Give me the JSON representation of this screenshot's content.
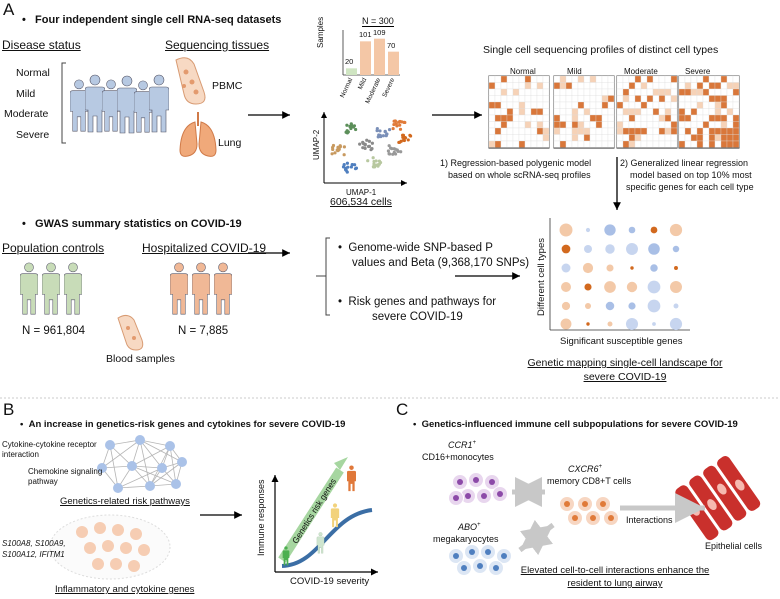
{
  "panelA": {
    "letter": "A",
    "header1": "Four independent single cell RNA-seq datasets",
    "disease_status_title": "Disease status",
    "disease_levels": [
      "Normal",
      "Mild",
      "Moderate",
      "Severe"
    ],
    "seq_tissues_title": "Sequencing tissues",
    "tissues": [
      "PBMC",
      "Lung"
    ],
    "bar_chart": {
      "n_label": "N = 300",
      "ylabel": "Samples",
      "categories": [
        "Normal",
        "Mild",
        "Moderate",
        "Severe"
      ],
      "values": [
        20,
        101,
        109,
        70
      ]
    },
    "umap_x": "UMAP-1",
    "umap_y": "UMAP-2",
    "cells_label": "606,534 cells",
    "sc_profiles_title": "Single cell sequencing profiles of distinct cell types",
    "heat_labels": [
      "Normal",
      "Mild",
      "Moderate",
      "Severe"
    ],
    "method1": "1) Regression-based polygenic model",
    "method1b": "based on whole scRNA-seq profiles",
    "method2a": "2) Generalized linear regression",
    "method2b": "model based on top 10% most",
    "method2c": "specific genes for each cell type",
    "header2": "GWAS summary statistics on COVID-19",
    "pop_controls": "Population controls",
    "hosp": "Hospitalized COVID-19",
    "n_controls": "N = 961,804",
    "n_hosp": "N = 7,885",
    "blood": "Blood samples",
    "gwas_item1a": "Genome-wide SNP-based P",
    "gwas_item1b": "values and Beta (9,368,170 SNPs)",
    "gwas_item2a": "Risk genes and pathways for",
    "gwas_item2b": "severe COVID-19",
    "dot_ylabel": "Different cell types",
    "dot_xlabel": "Significant susceptible genes",
    "mapping_title1": "Genetic mapping single-cell landscape for",
    "mapping_title2": "severe COVID-19"
  },
  "panelB": {
    "letter": "B",
    "header": "An increase in genetics-risk genes and cytokines for severe COVID-19",
    "pathway1a": "Cytokine-cytokine receptor",
    "pathway1b": "interaction",
    "pathway2a": "Chemokine signaling",
    "pathway2b": "pathway",
    "risk_pathways": "Genetics-related risk pathways",
    "genes1": "S100A8, S100A9,",
    "genes2": "S100A12, IFITM1",
    "cytokine_genes": "Inflammatory and cytokine genes",
    "yaxis": "Immune responses",
    "xaxis": "COVID-19 severity",
    "arrow_label": "Genetics risk genes"
  },
  "panelC": {
    "letter": "C",
    "header": "Genetics-influenced  immune cell subpopulations for severe COVID-19",
    "ccr1": "CCR1",
    "cd16": "CD16+monocytes",
    "cxcr6": "CXCR6",
    "cd8": "memory CD8+T cells",
    "abo": "ABO",
    "mega": "megakaryocytes",
    "interactions": "Interactions",
    "epithelial": "Epithelial cells",
    "footer1": "Elevated cell-to-cell interactions enhance the",
    "footer2": "resident to lung airway"
  },
  "colors": {
    "orange": "#e07b3a",
    "light_orange": "#f4c7a6",
    "blue_person": "#b7c9e2",
    "green_person": "#c8dcb8",
    "purple": "#b78ac8",
    "red_cell": "#c9302c",
    "blue_dot": "#aac2e8"
  }
}
